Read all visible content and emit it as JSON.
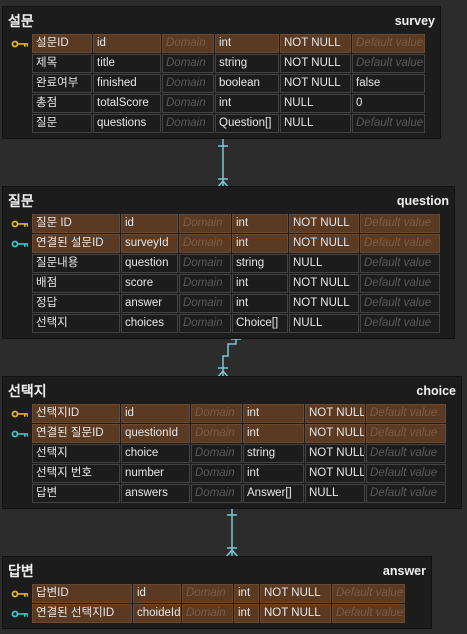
{
  "colors": {
    "pk_key": "#e6b422",
    "fk_key": "#3ec4c4",
    "connector": "#7ac8d6",
    "key_row_bg": "#5a3a22"
  },
  "tables": [
    {
      "logical": "설문",
      "physical": "survey",
      "rows": [
        {
          "key": "pk",
          "logical": "설문ID",
          "physical": "id",
          "domain": "Domain",
          "type": "int",
          "nullable": "NOT NULL",
          "default": "Default value"
        },
        {
          "key": "",
          "logical": "제목",
          "physical": "title",
          "domain": "Domain",
          "type": "string",
          "nullable": "NOT NULL",
          "default": "Default value"
        },
        {
          "key": "",
          "logical": "완료여부",
          "physical": "finished",
          "domain": "Domain",
          "type": "boolean",
          "nullable": "NOT NULL",
          "default": "false"
        },
        {
          "key": "",
          "logical": "총점",
          "physical": "totalScore",
          "domain": "Domain",
          "type": "int",
          "nullable": "NULL",
          "default": "0"
        },
        {
          "key": "",
          "logical": "질문",
          "physical": "questions",
          "domain": "Domain",
          "type": "Question[]",
          "nullable": "NULL",
          "default": "Default value"
        }
      ]
    },
    {
      "logical": "질문",
      "physical": "question",
      "rows": [
        {
          "key": "pk",
          "logical": "질문 ID",
          "physical": "id",
          "domain": "Domain",
          "type": "int",
          "nullable": "NOT NULL",
          "default": "Default value"
        },
        {
          "key": "fk",
          "logical": "연결된 설문ID",
          "physical": "surveyId",
          "domain": "Domain",
          "type": "int",
          "nullable": "NOT NULL",
          "default": "Default value"
        },
        {
          "key": "",
          "logical": "질문내용",
          "physical": "question",
          "domain": "Domain",
          "type": "string",
          "nullable": "NULL",
          "default": "Default value"
        },
        {
          "key": "",
          "logical": "배점",
          "physical": "score",
          "domain": "Domain",
          "type": "int",
          "nullable": "NOT NULL",
          "default": "Default value"
        },
        {
          "key": "",
          "logical": "정답",
          "physical": "answer",
          "domain": "Domain",
          "type": "int",
          "nullable": "NOT NULL",
          "default": "Default value"
        },
        {
          "key": "",
          "logical": "선택지",
          "physical": "choices",
          "domain": "Domain",
          "type": "Choice[]",
          "nullable": "NULL",
          "default": "Default value"
        }
      ]
    },
    {
      "logical": "선택지",
      "physical": "choice",
      "rows": [
        {
          "key": "pk",
          "logical": "선택지ID",
          "physical": "id",
          "domain": "Domain",
          "type": "int",
          "nullable": "NOT NULL",
          "default": "Default value"
        },
        {
          "key": "fk",
          "logical": "연결된 질문ID",
          "physical": "questionId",
          "domain": "Domain",
          "type": "int",
          "nullable": "NOT NULL",
          "default": "Default value"
        },
        {
          "key": "",
          "logical": "선택지",
          "physical": "choice",
          "domain": "Domain",
          "type": "string",
          "nullable": "NOT NULL",
          "default": "Default value"
        },
        {
          "key": "",
          "logical": "선택지 번호",
          "physical": "number",
          "domain": "Domain",
          "type": "int",
          "nullable": "NOT NULL",
          "default": "Default value"
        },
        {
          "key": "",
          "logical": "답변",
          "physical": "answers",
          "domain": "Domain",
          "type": "Answer[]",
          "nullable": "NULL",
          "default": "Default value"
        }
      ]
    },
    {
      "logical": "답변",
      "physical": "answer",
      "rows": [
        {
          "key": "pk",
          "logical": "답변ID",
          "physical": "id",
          "domain": "Domain",
          "type": "int",
          "nullable": "NOT NULL",
          "default": "Default value"
        },
        {
          "key": "fk",
          "logical": "연결된 선택지ID",
          "physical": "choideId",
          "domain": "Domain",
          "type": "int",
          "nullable": "NOT NULL",
          "default": "Default value"
        }
      ]
    }
  ]
}
